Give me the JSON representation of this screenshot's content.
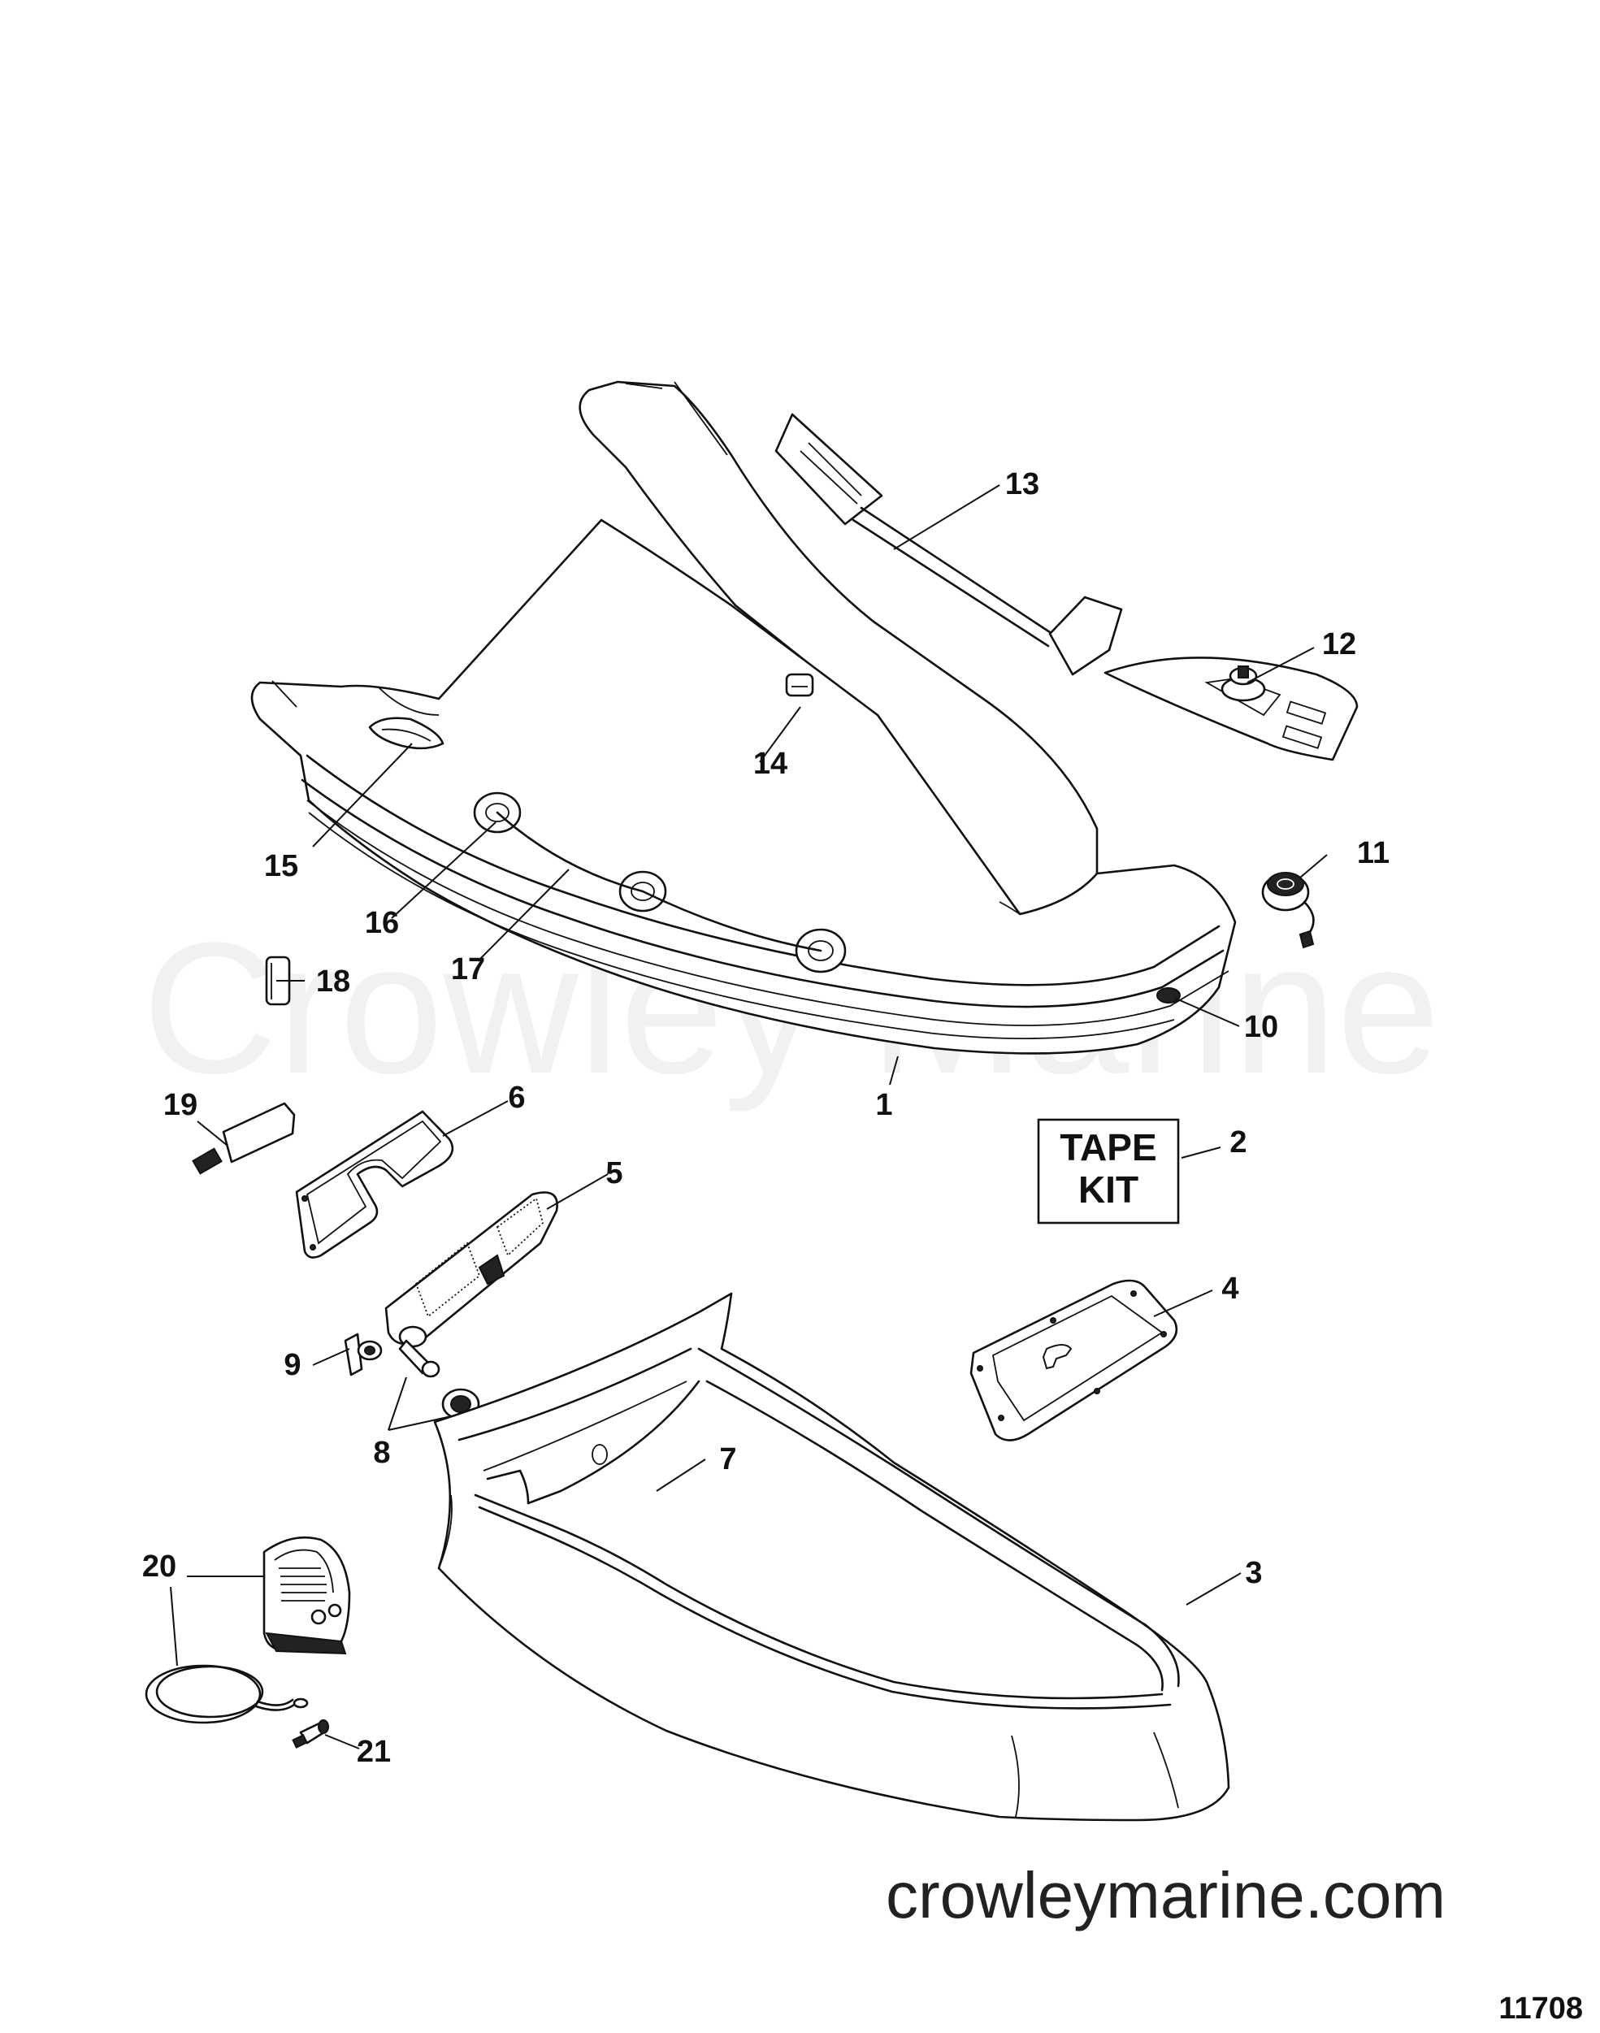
{
  "diagram": {
    "watermark": "Crowley Marine",
    "website": "crowleymarine.com",
    "drawing_number": "11708",
    "tape_kit_label": [
      "TAPE",
      "KIT"
    ],
    "callouts": [
      {
        "id": "1",
        "label": "1"
      },
      {
        "id": "2",
        "label": "2"
      },
      {
        "id": "3",
        "label": "3"
      },
      {
        "id": "4",
        "label": "4"
      },
      {
        "id": "5",
        "label": "5"
      },
      {
        "id": "6",
        "label": "6"
      },
      {
        "id": "7",
        "label": "7"
      },
      {
        "id": "8",
        "label": "8"
      },
      {
        "id": "9",
        "label": "9"
      },
      {
        "id": "10",
        "label": "10"
      },
      {
        "id": "11",
        "label": "11"
      },
      {
        "id": "12",
        "label": "12"
      },
      {
        "id": "13",
        "label": "13"
      },
      {
        "id": "14",
        "label": "14"
      },
      {
        "id": "15",
        "label": "15"
      },
      {
        "id": "16",
        "label": "16"
      },
      {
        "id": "17",
        "label": "17"
      },
      {
        "id": "18",
        "label": "18"
      },
      {
        "id": "19",
        "label": "19"
      },
      {
        "id": "20",
        "label": "20"
      },
      {
        "id": "21",
        "label": "21"
      }
    ]
  }
}
